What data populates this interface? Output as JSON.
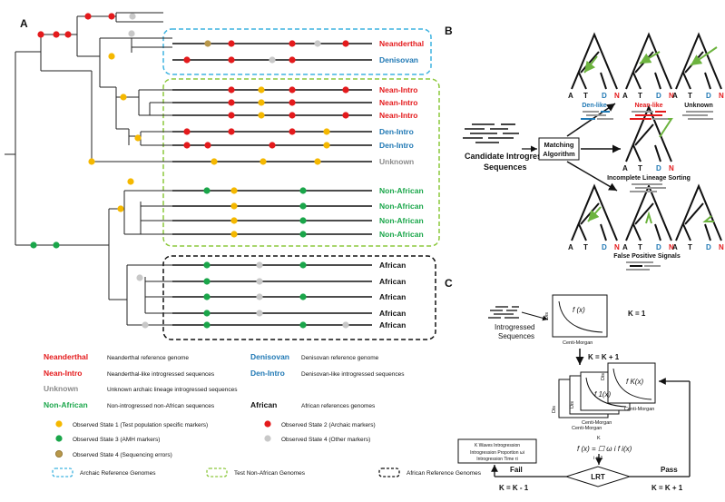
{
  "panels": {
    "a": "A",
    "b": "B",
    "c": "C"
  },
  "colors": {
    "neanderthal": "#e41a1c",
    "denisovan": "#1f78b4",
    "african_marker": "#1aa64a",
    "test_marker": "#f5b800",
    "other": "#c8c8c8",
    "unknown": "#8a8a8a",
    "archaic_box": "#3fb3e0",
    "test_box": "#8cc83c",
    "african_box": "#111111"
  },
  "panel_a": {
    "rows": [
      {
        "label": "Neanderthal",
        "color": "neanderthal"
      },
      {
        "label": "Denisovan",
        "color": "denisovan"
      },
      {
        "label": "Nean-Intro",
        "color": "neanderthal"
      },
      {
        "label": "Nean-Intro",
        "color": "neanderthal"
      },
      {
        "label": "Nean-Intro",
        "color": "neanderthal"
      },
      {
        "label": "Den-Intro",
        "color": "denisovan"
      },
      {
        "label": "Den-Intro",
        "color": "denisovan"
      },
      {
        "label": "Unknown",
        "color": "unknown"
      },
      {
        "label": "Non-African",
        "color": "african_marker"
      },
      {
        "label": "Non-African",
        "color": "african_marker"
      },
      {
        "label": "Non-African",
        "color": "african_marker"
      },
      {
        "label": "Non-African",
        "color": "african_marker"
      },
      {
        "label": "African",
        "color": "african"
      },
      {
        "label": "African",
        "color": "african"
      },
      {
        "label": "African",
        "color": "african"
      },
      {
        "label": "African",
        "color": "african"
      },
      {
        "label": "African",
        "color": "african"
      }
    ],
    "legend_labels": [
      {
        "key": "Neanderthal",
        "color": "neanderthal",
        "desc": "Neanderthal reference genome"
      },
      {
        "key": "Denisovan",
        "color": "denisovan",
        "desc": "Denisovan reference genome"
      },
      {
        "key": "Nean-Intro",
        "color": "neanderthal",
        "desc": "Neanderthal-like introgressed sequences"
      },
      {
        "key": "Den-Intro",
        "color": "denisovan",
        "desc": "Denisovan-like introgressed sequences"
      },
      {
        "key": "Unknown",
        "color": "unknown",
        "desc": "Unknown archaic lineage introgressed sequences"
      },
      {
        "key": "Non-African",
        "color": "african_marker",
        "desc": "Non-introgressed non-African sequences"
      },
      {
        "key": "African",
        "color": "african",
        "desc": "African references genomes"
      }
    ],
    "states": [
      "Observed State 1 (Test population specific markers)",
      "Observed State 2 (Archaic markers)",
      "Observed State 3 (AMH markers)",
      "Observed State 4 (Other markers)",
      "Observed State 4 (Sequencing errors)"
    ],
    "boxes": [
      "Archaic Reference Genomes",
      "Test Non-African Genomes",
      "African Reference Genomes"
    ]
  },
  "panel_b": {
    "input_label_1": "Candidate Introgressed",
    "input_label_2": "Sequences",
    "algorithm_1": "Matching",
    "algorithm_2": "Algorithm",
    "leaf_letters": [
      "A",
      "T",
      "D",
      "N"
    ],
    "tree_labels": [
      "Den-like",
      "Nean-like",
      "Unknown"
    ],
    "ils_label": "Incomplete Lineage Sorting",
    "fp_label": "False Positive Signals"
  },
  "panel_c": {
    "input_1": "Introgressed",
    "input_2": "Sequences",
    "k1": "K = 1",
    "k_inc": "K = K + 1",
    "k_dec": "K = K - 1",
    "f_x": "f (x)",
    "f1_x": "f 1(x)",
    "fk_x": "f K(x)",
    "dis": "Dis",
    "centi": "Centi-Morgan",
    "mixture": "f (x) = ☐ ω i f i(x)",
    "sum_top": "K",
    "sum_bot": "i = 1",
    "lrt": "LRT",
    "fail": "Fail",
    "pass": "Pass",
    "result_1": "K Waves Introgression",
    "result_2": "Introgression Proportion ωi",
    "result_3": "Introgression Time τi"
  }
}
